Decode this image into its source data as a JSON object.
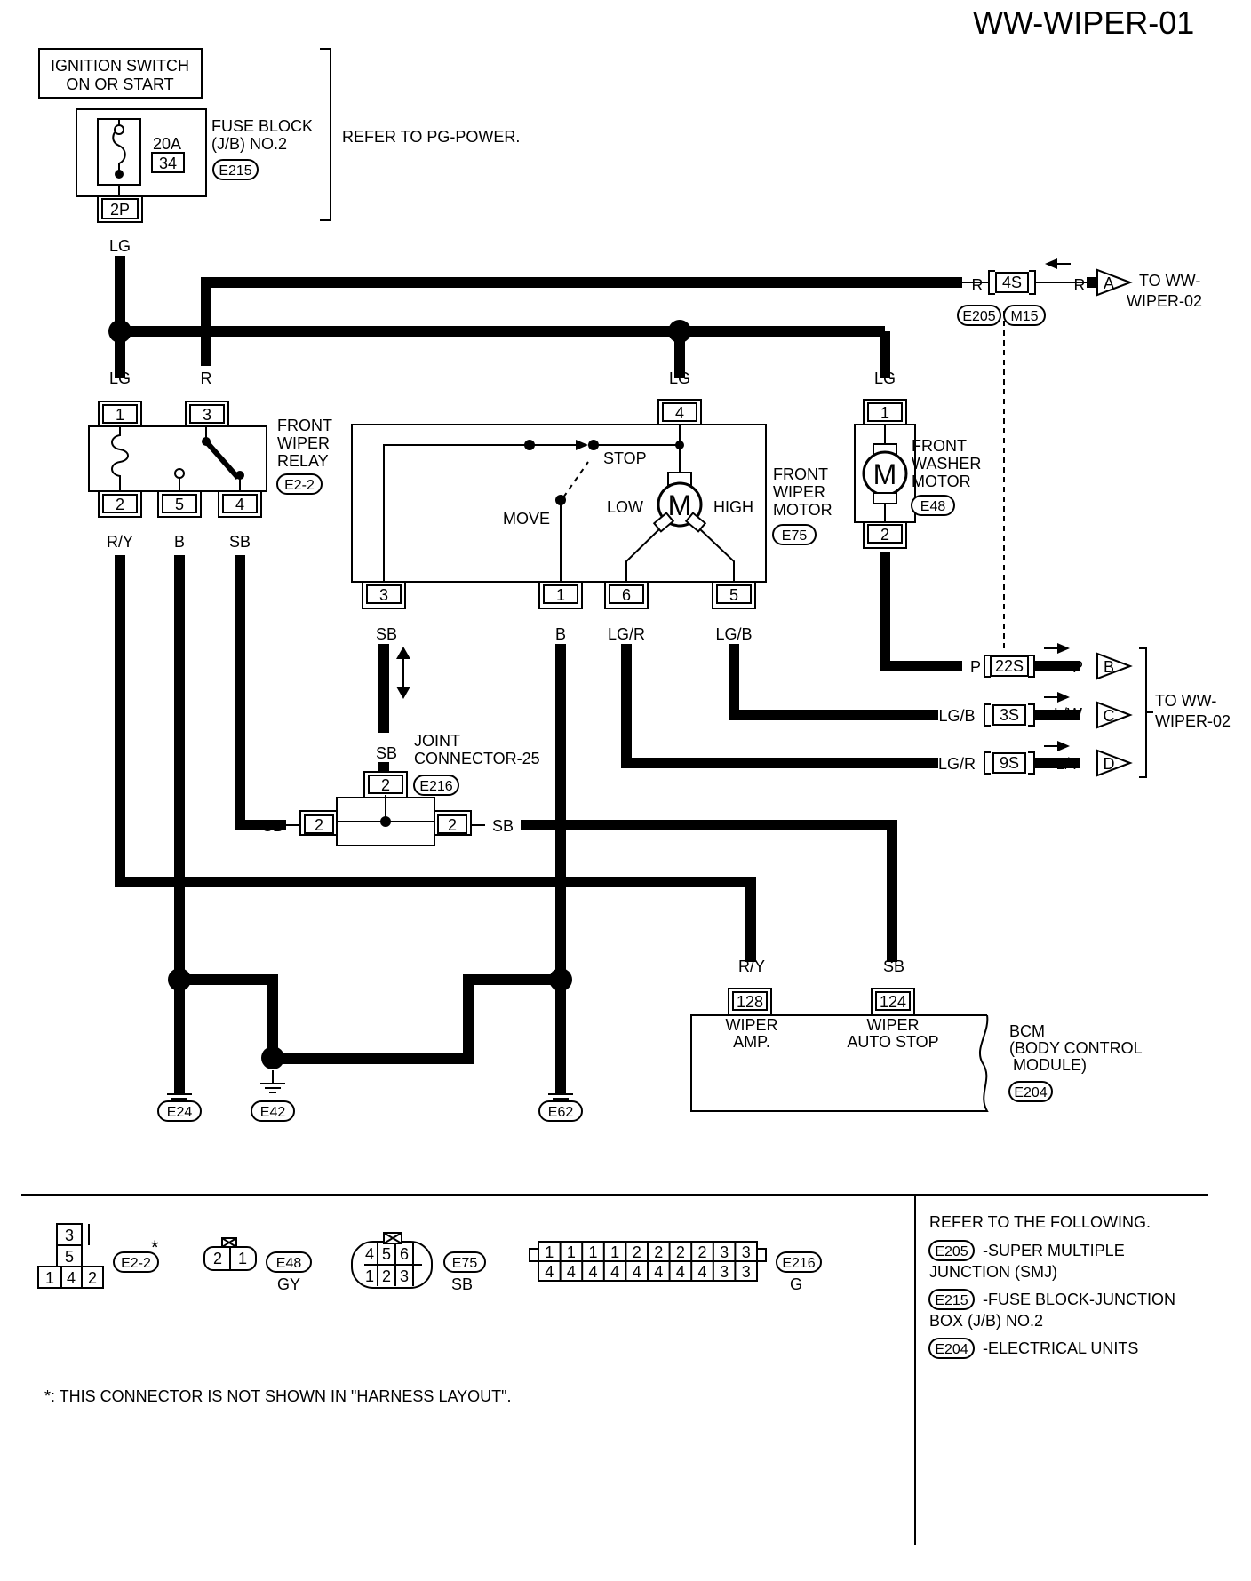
{
  "title": "WW-WIPER-01",
  "power": {
    "ignition_switch": [
      "IGNITION SWITCH",
      "ON OR START"
    ],
    "fuse_amp": "20A",
    "fuse_no": "34",
    "fuse_block_label": [
      "FUSE BLOCK",
      "(J/B) NO.2"
    ],
    "fuse_block_conn": "E215",
    "fuse_pin": "2P",
    "refer_note": "REFER TO PG-POWER."
  },
  "wires": {
    "lg": "LG",
    "r": "R",
    "ry": "R/Y",
    "b": "B",
    "sb": "SB",
    "lgr": "LG/R",
    "lgb": "LG/B",
    "p": "P",
    "lw": "L/W",
    "ly": "L/Y"
  },
  "relay": {
    "label": [
      "FRONT",
      "WIPER",
      "RELAY"
    ],
    "connector": "E2-2",
    "pins": [
      "1",
      "3",
      "2",
      "5",
      "4"
    ]
  },
  "wiper_motor": {
    "label": [
      "FRONT",
      "WIPER",
      "MOTOR"
    ],
    "connector": "E75",
    "motor_symbol": "M",
    "stop": "STOP",
    "move": "MOVE",
    "low": "LOW",
    "high": "HIGH",
    "pins": [
      "4",
      "3",
      "1",
      "6",
      "5"
    ]
  },
  "washer_motor": {
    "label": [
      "FRONT",
      "WASHER",
      "MOTOR"
    ],
    "connector": "E48",
    "motor_symbol": "M",
    "pins": [
      "1",
      "2"
    ]
  },
  "smj": {
    "pin_4s": "4S",
    "pin_22s": "22S",
    "pin_3s": "3S",
    "pin_9s": "9S",
    "conn_left": "E205",
    "conn_right": "M15"
  },
  "offpage": {
    "a": "A",
    "b": "B",
    "c": "C",
    "d": "D",
    "to_a": [
      "TO WW-",
      "WIPER-02"
    ],
    "to_bcd": [
      "TO WW-",
      "WIPER-02"
    ]
  },
  "joint": {
    "label": [
      "JOINT",
      "CONNECTOR-25"
    ],
    "connector": "E216",
    "pin": "2"
  },
  "bcm": {
    "pin_128": "128",
    "pin_124": "124",
    "func_128": [
      "WIPER",
      "AMP."
    ],
    "func_124": [
      "WIPER",
      "AUTO STOP"
    ],
    "label": [
      "BCM",
      "(BODY CONTROL",
      "MODULE)"
    ],
    "connector": "E204"
  },
  "grounds": [
    "E24",
    "E42",
    "E62"
  ],
  "legend": {
    "conn_e22": {
      "name": "E2-2",
      "top": "3",
      "mid": "5",
      "bottom": [
        "1",
        "4",
        "2"
      ],
      "star": "*"
    },
    "conn_e48": {
      "name": "E48",
      "color": "GY",
      "pins": [
        "2",
        "1"
      ]
    },
    "conn_e75": {
      "name": "E75",
      "color": "SB",
      "top": [
        "4",
        "5",
        "6"
      ],
      "bottom": [
        "1",
        "2",
        "3"
      ]
    },
    "conn_e216": {
      "name": "E216",
      "color": "G",
      "top": [
        "1",
        "1",
        "1",
        "1",
        "2",
        "2",
        "2",
        "2",
        "3",
        "3"
      ],
      "bottom": [
        "4",
        "4",
        "4",
        "4",
        "4",
        "4",
        "4",
        "4",
        "3",
        "3"
      ]
    },
    "footnote": "*: THIS CONNECTOR IS NOT SHOWN IN \"HARNESS LAYOUT\"."
  },
  "refer": {
    "heading": "REFER TO THE FOLLOWING.",
    "items": [
      {
        "conn": "E205",
        "text": [
          "-SUPER MULTIPLE",
          "JUNCTION (SMJ)"
        ]
      },
      {
        "conn": "E215",
        "text": [
          "-FUSE BLOCK-JUNCTION",
          "BOX (J/B) NO.2"
        ]
      },
      {
        "conn": "E204",
        "text": [
          "-ELECTRICAL UNITS"
        ]
      }
    ]
  }
}
